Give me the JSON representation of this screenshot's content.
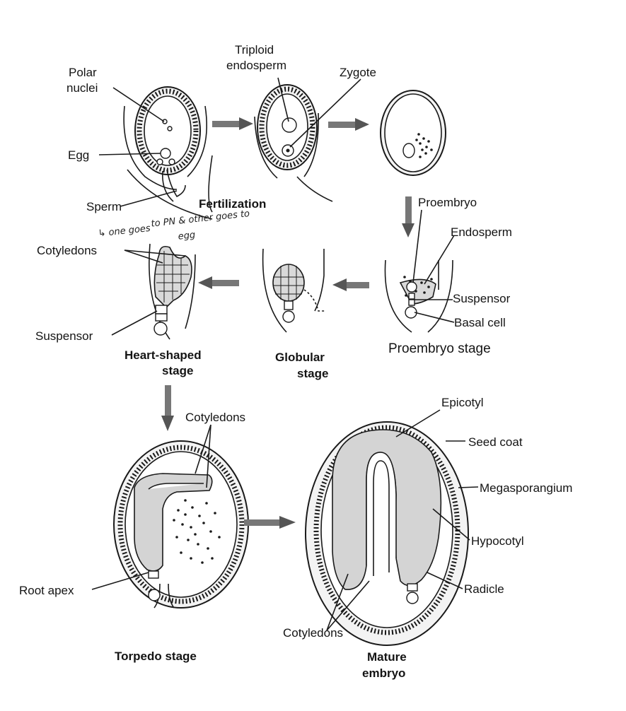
{
  "labels": {
    "polar_nuclei_1": "Polar",
    "polar_nuclei_2": "nuclei",
    "egg": "Egg",
    "sperm": "Sperm",
    "triploid_1": "Triploid",
    "triploid_2": "endosperm",
    "zygote": "Zygote",
    "fertilization": "Fertilization",
    "proembryo": "Proembryo",
    "endosperm": "Endosperm",
    "suspensor_pro": "Suspensor",
    "basal_cell": "Basal cell",
    "proembryo_stage": "Proembryo stage",
    "globular_1": "Globular",
    "globular_2": "stage",
    "heart_1": "Heart-shaped",
    "heart_2": "stage",
    "cotyledons_heart": "Cotyledons",
    "suspensor_heart": "Suspensor",
    "cotyledons_torpedo": "Cotyledons",
    "root_apex": "Root apex",
    "torpedo_stage": "Torpedo stage",
    "epicotyl": "Epicotyl",
    "seed_coat": "Seed coat",
    "megasporangium": "Megasporangium",
    "hypocotyl": "Hypocotyl",
    "radicle": "Radicle",
    "cotyledons_mature": "Cotyledons",
    "mature_1": "Mature",
    "mature_2": "embryo"
  },
  "annotation": {
    "line1": "↳ one goes",
    "line2": "to PN & other goes to",
    "line3": "egg"
  }
}
